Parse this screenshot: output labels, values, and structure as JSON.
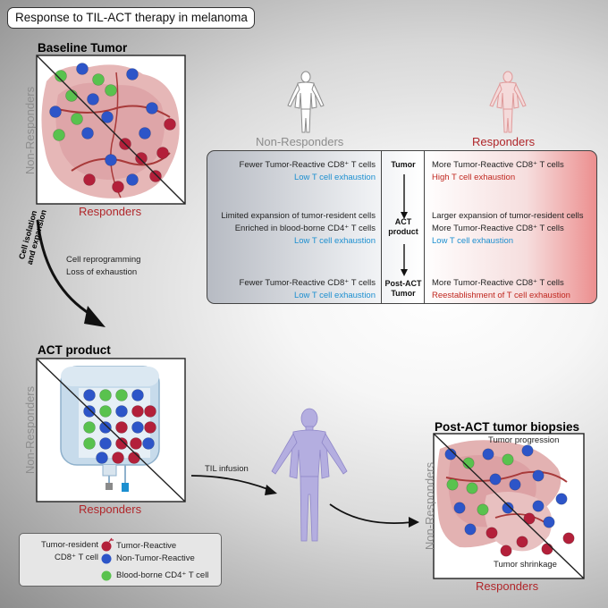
{
  "title": "Response to TIL-ACT therapy in melanoma",
  "baseline": {
    "title": "Baseline Tumor",
    "non_responders": "Non-Responders",
    "responders": "Responders"
  },
  "arrow1": {
    "label_line1": "Cell isolation",
    "label_line2": "and expansion",
    "note_line1": "Cell reprogramming",
    "note_line2": "Loss of exhaustion"
  },
  "act_product": {
    "title": "ACT product",
    "non_responders": "Non-Responders",
    "responders": "Responders"
  },
  "infusion": {
    "label": "TIL infusion"
  },
  "post_act": {
    "title": "Post-ACT tumor biopsies",
    "non_responders": "Non-Responders",
    "responders": "Responders",
    "progression": "Tumor progression",
    "shrinkage": "Tumor shrinkage"
  },
  "comparison": {
    "non_responders_header": "Non-Responders",
    "responders_header": "Responders",
    "stages": [
      {
        "line1": "Tumor",
        "line2": ""
      },
      {
        "line1": "ACT",
        "line2": "product"
      },
      {
        "line1": "Post-ACT",
        "line2": "Tumor"
      }
    ],
    "rows": [
      {
        "left": [
          "Fewer Tumor-Reactive CD8⁺ T cells",
          "Low T cell exhaustion"
        ],
        "right": [
          "More Tumor-Reactive CD8⁺ T cells",
          "High T cell exhaustion"
        ]
      },
      {
        "left": [
          "Limited expansion of tumor-resident cells",
          "Enriched in blood-borne CD4⁺ T cells",
          "Low T cell exhaustion"
        ],
        "right": [
          "Larger expansion of tumor-resident cells",
          "More Tumor-Reactive CD8⁺ T cells",
          "Low T cell exhaustion"
        ]
      },
      {
        "left": [
          "Fewer Tumor-Reactive CD8⁺ T cells",
          "Low T cell exhaustion"
        ],
        "right": [
          "More Tumor-Reactive CD8⁺ T cells",
          "Reestablishment of T cell exhaustion"
        ]
      }
    ]
  },
  "legend": {
    "group_line1": "Tumor-resident",
    "group_line2": "CD8⁺ T cell",
    "tumor_reactive": "Tumor-Reactive",
    "non_tumor_reactive": "Non-Tumor-Reactive",
    "blood_borne": "Blood-borne CD4⁺ T cell"
  },
  "colors": {
    "tumor_reactive": "#b3203a",
    "non_tumor_reactive": "#2d55c8",
    "blood_borne": "#59c24e",
    "responders_text": "#b0262a",
    "exhaustion_low": "#1c8fd0",
    "exhaustion_high": "#c0271f"
  }
}
